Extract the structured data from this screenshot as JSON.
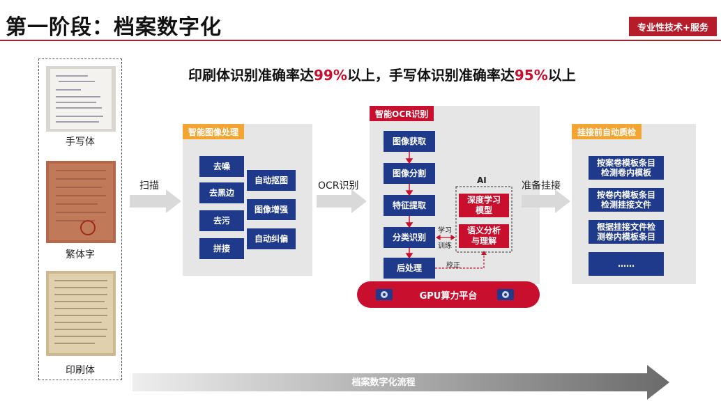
{
  "header": {
    "title": "第一阶段：档案数字化",
    "tag": "专业性技术+服务"
  },
  "headline": {
    "part1": "印刷体识别准确率达",
    "value1": "99%",
    "part2": "以上，手写体识别准确率达",
    "value2": "95%",
    "part3": "以上"
  },
  "samples": [
    {
      "label": "手写体",
      "icon": "handwritten-document-image"
    },
    {
      "label": "繁体字",
      "icon": "traditional-chinese-document-image"
    },
    {
      "label": "印刷体",
      "icon": "printed-document-image"
    }
  ],
  "flow": {
    "scan_label": "扫描",
    "ocr_label": "OCR识别",
    "mount_label": "准备挂接"
  },
  "image_processing": {
    "title": "智能图像处理",
    "left_items": [
      "去噪",
      "去黑边",
      "去污",
      "拼接"
    ],
    "right_items": [
      "自动抠图",
      "图像增强",
      "自动纠偏"
    ]
  },
  "ocr": {
    "title": "智能OCR识别",
    "steps": [
      "图像获取",
      "图像分割",
      "特征提取",
      "分类识别",
      "后处理"
    ],
    "ai_label": "AI",
    "ai_boxes": [
      "深度学习\n模型",
      "语义分析\n与理解"
    ],
    "learn_label": "学习",
    "train_label": "训练",
    "correct_label": "校正",
    "gpu_label": "GPU算力平台"
  },
  "qc": {
    "title": "挂接前自动质检",
    "items": [
      "按案卷模板条目\n检测卷内模板",
      "按卷内模板条目\n检测挂接文件",
      "根据挂接文件检\n测卷内模板条目",
      "……"
    ]
  },
  "footer": {
    "process_label": "档案数字化流程"
  },
  "colors": {
    "brand_red": "#c8102e",
    "navy": "#1f3a8a",
    "orange": "#f2a533",
    "panel_gray": "#e6e6e6"
  }
}
